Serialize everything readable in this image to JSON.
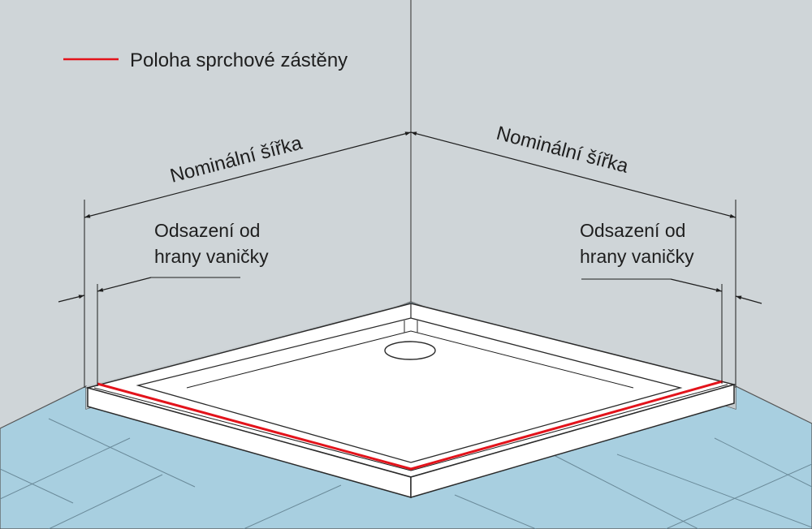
{
  "legend": {
    "label": "Poloha sprchové zástěny",
    "line_color": "#e3131b"
  },
  "dimensions": {
    "nominal_width_left": "Nominální šířka",
    "nominal_width_right": "Nominální šířka",
    "offset_left_line1": "Odsazení od",
    "offset_left_line2": "hrany vaničky",
    "offset_right_line1": "Odsazení od",
    "offset_right_line2": "hrany vaničky"
  },
  "colors": {
    "wall": "#cfd5d8",
    "floor": "#a8cfe0",
    "tray": "#ffffff",
    "text": "#1e1e1e"
  }
}
